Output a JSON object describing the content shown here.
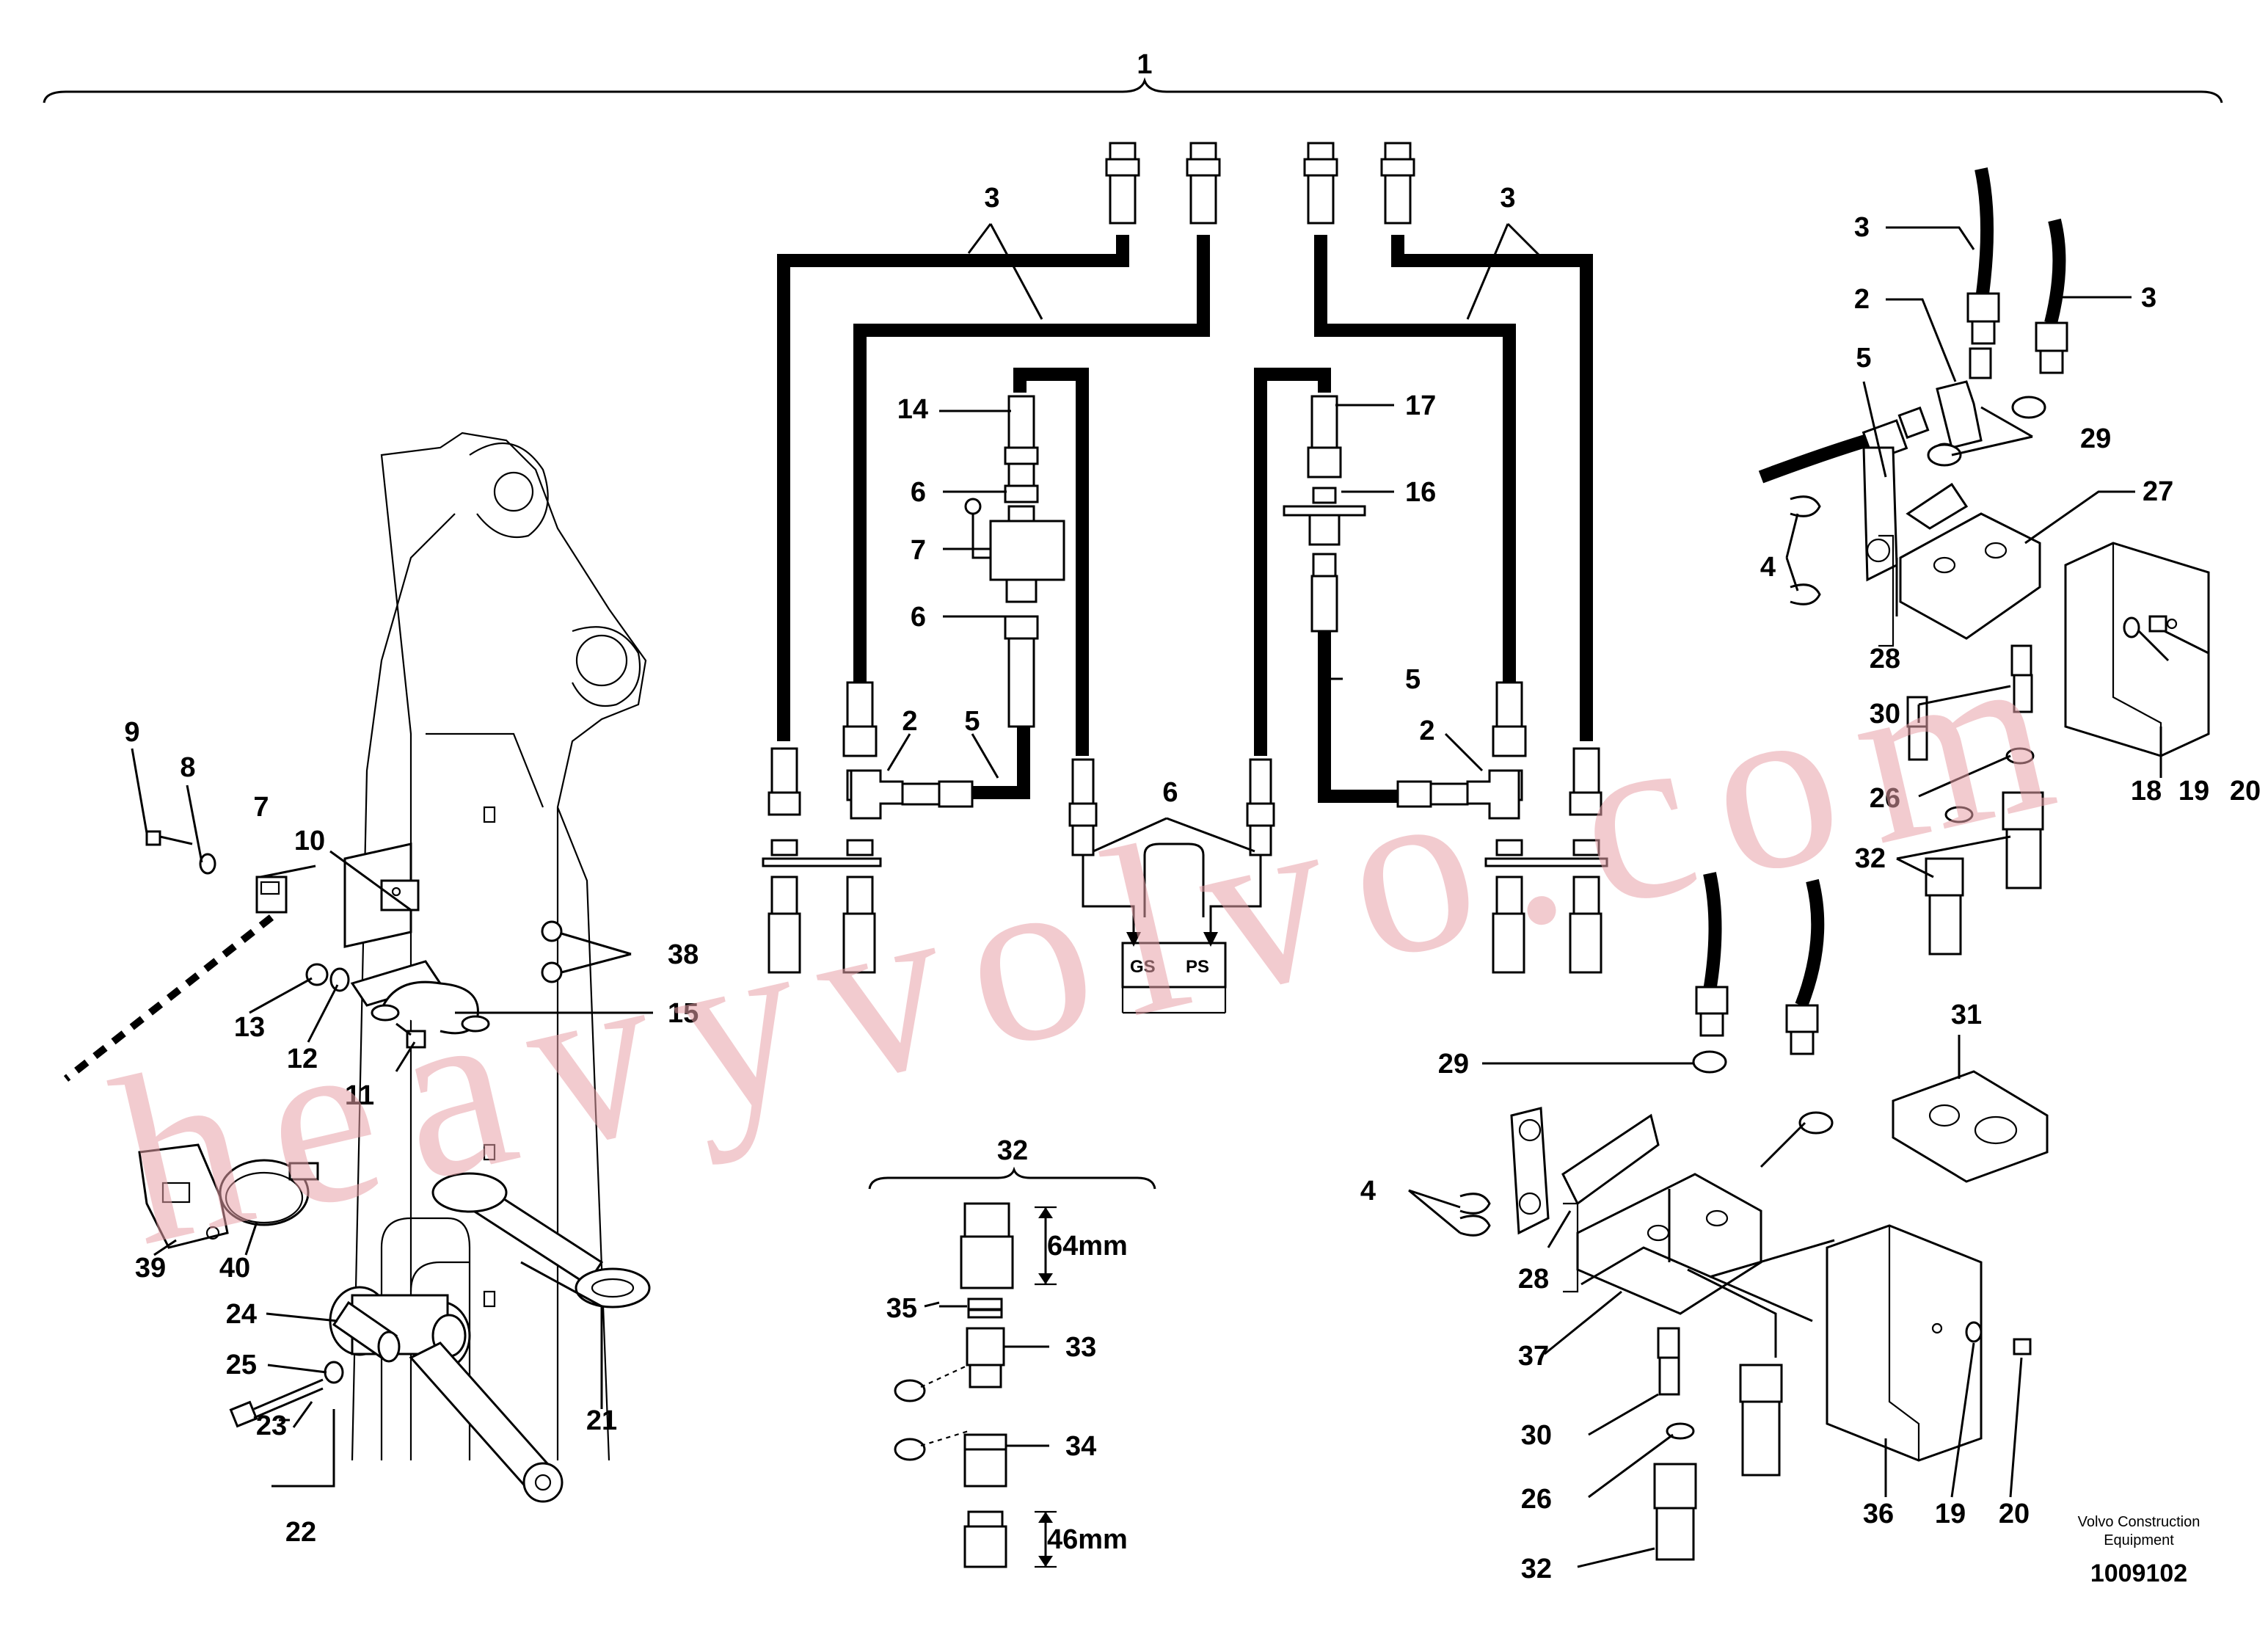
{
  "callouts": {
    "c1": "1",
    "c3a": "3",
    "c3b": "3",
    "c3c": "3",
    "c3d": "3",
    "c2a": "2",
    "c2b": "2",
    "c2c": "2",
    "c14": "14",
    "c17": "17",
    "c16": "16",
    "c6a": "6",
    "c6b": "6",
    "c6c": "6",
    "c7a": "7",
    "c7b": "7",
    "c5a": "5",
    "c5b": "5",
    "c5c": "5",
    "c9": "9",
    "c8": "8",
    "c10": "10",
    "c13": "13",
    "c12": "12",
    "c11": "11",
    "c15": "15",
    "c38": "38",
    "c39": "39",
    "c40": "40",
    "c24": "24",
    "c25": "25",
    "c23": "23",
    "c22": "22",
    "c21": "21",
    "c29a": "29",
    "c29b": "29",
    "c27": "27",
    "c28a": "28",
    "c28b": "28",
    "c4a": "4",
    "c4b": "4",
    "c30a": "30",
    "c30b": "30",
    "c26a": "26",
    "c26b": "26",
    "c32a": "32",
    "c32b": "32",
    "c32c": "32",
    "c18": "18",
    "c19a": "19",
    "c19b": "19",
    "c20a": "20",
    "c20b": "20",
    "c31": "31",
    "c37": "37",
    "c36": "36",
    "c35": "35",
    "c33": "33",
    "c34": "34"
  },
  "valve_labels": {
    "gs": "GS",
    "ps": "PS"
  },
  "dimensions": {
    "upper": "64mm",
    "lower": "46mm"
  },
  "publisher": {
    "line1": "Volvo Construction",
    "line2": "Equipment",
    "number": "1009102"
  },
  "watermark": "heavyvolvo.com"
}
